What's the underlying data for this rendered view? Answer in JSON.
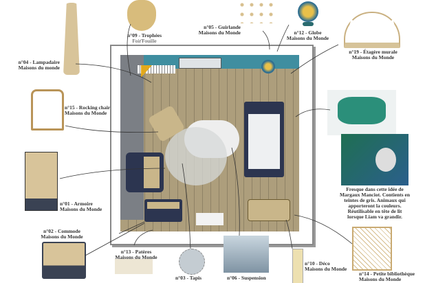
{
  "items": {
    "trophee": {
      "num": "n°09 - Trophées",
      "brand": "Foir'Fouille"
    },
    "guirlande": {
      "num": "n°05 - Guirlande",
      "brand": "Maisons du Monde"
    },
    "globe": {
      "num": "n°12 - Globe",
      "brand": "Maisons du Monde"
    },
    "etagere": {
      "num": "n°19 - Étagère murale",
      "brand": "Maisons du Monde"
    },
    "lampadaire": {
      "num": "n°04 - Lampadaire",
      "brand": "Maisons du monde"
    },
    "rocking": {
      "num": "n°15 - Rocking chair",
      "brand": "Maisons du Monde"
    },
    "armoire": {
      "num": "n°01 -  Armoire",
      "brand": "Maisons du Monde"
    },
    "commode": {
      "num": "n°02 - Commode",
      "brand": "Maisons du Monde"
    },
    "pateres": {
      "num": "n°13 - Patères",
      "brand": "Maisons du Monde"
    },
    "tapis": {
      "num": "n°03 - Tapis"
    },
    "suspension": {
      "num": "n°06 - Suspension"
    },
    "deco": {
      "num": "n°10 - Déco",
      "brand": "Maisons du Monde"
    },
    "bibliotheque": {
      "num": "n°14 - Petite bibliothèque",
      "brand": "Maisons du Monde"
    }
  },
  "fresque": {
    "lines": [
      "Fresque dans cette idée de",
      "Margaux Manciot. Contients en",
      "teintes de gris. Animaux qui",
      "apporteront la couleurs.",
      "Réutilisable en tête de lit",
      "lorsque Liam va grandir."
    ]
  },
  "colors": {
    "navy": "#2c3550",
    "wood": "#c9b68a",
    "floor": "#a99a78",
    "teal": "#3f8ea0",
    "yellow": "#e2a91d"
  }
}
